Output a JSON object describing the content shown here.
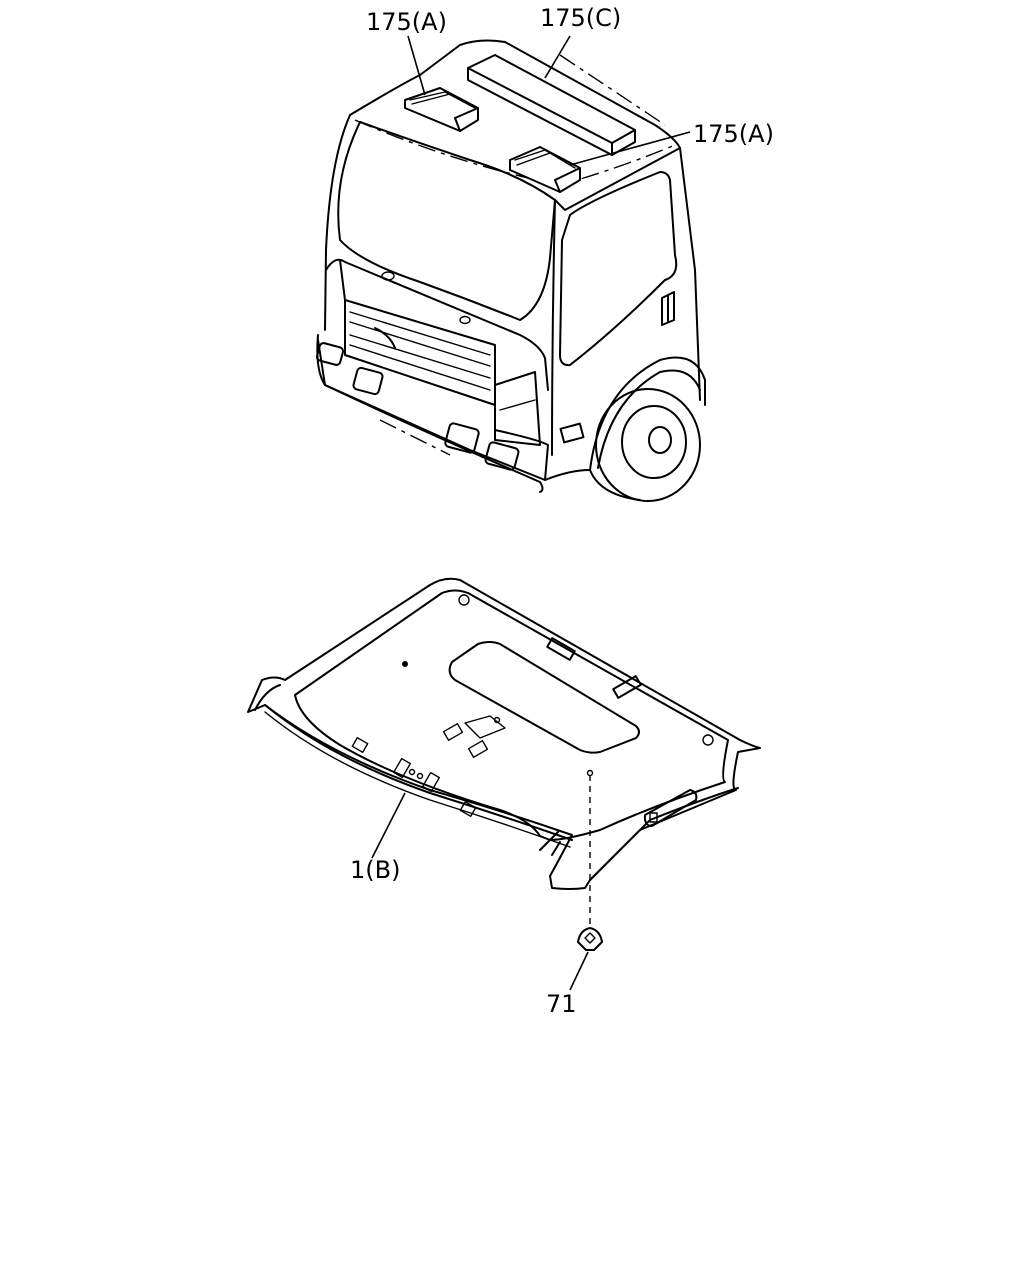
{
  "callouts": {
    "roof_vent_a_left": "175(A)",
    "roof_vent_c": "175(C)",
    "roof_vent_a_right": "175(A)",
    "headlining": "1(B)",
    "clip": "71"
  }
}
